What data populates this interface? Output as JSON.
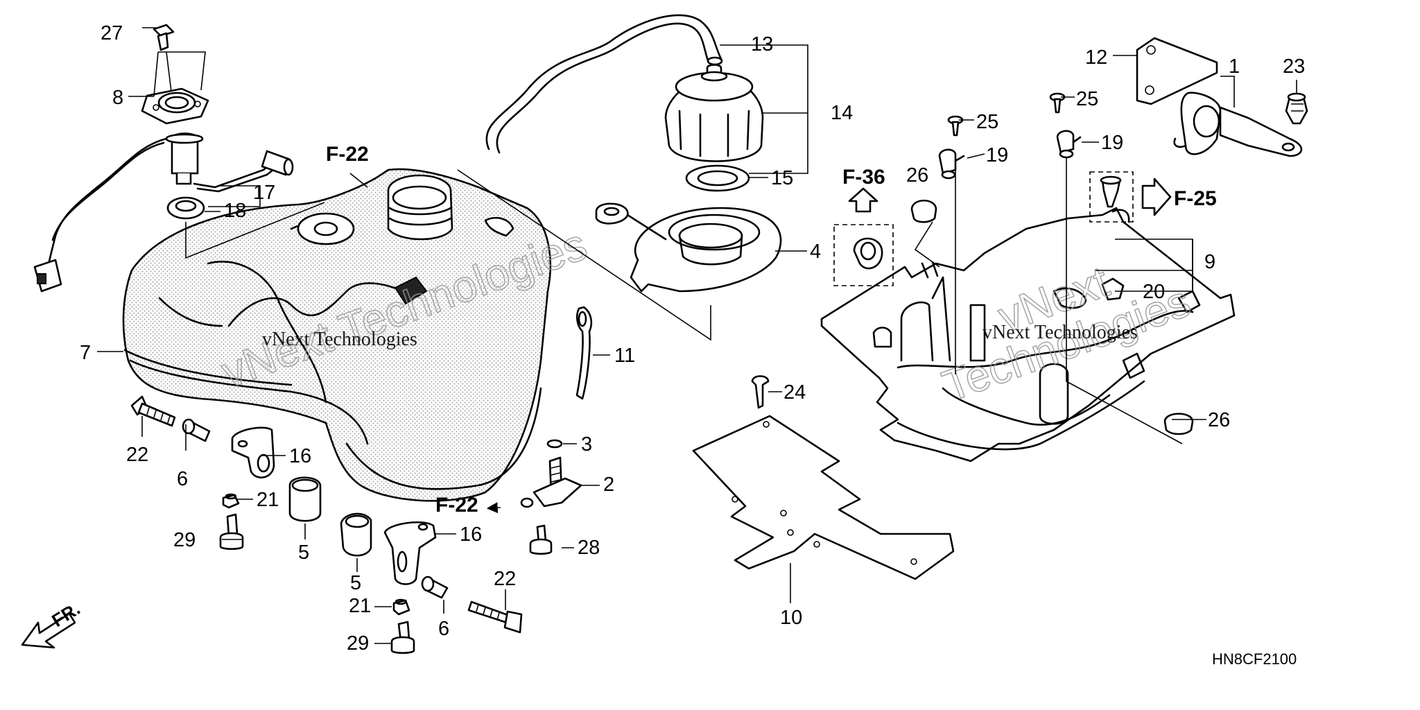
{
  "diagram": {
    "callouts": {
      "c1": "1",
      "c2": "2",
      "c3": "3",
      "c4": "4",
      "c5a": "5",
      "c5b": "5",
      "c6a": "6",
      "c6b": "6",
      "c7": "7",
      "c8": "8",
      "c9": "9",
      "c10": "10",
      "c11": "11",
      "c12": "12",
      "c13": "13",
      "c14": "14",
      "c15": "15",
      "c16a": "16",
      "c16b": "16",
      "c17": "17",
      "c18": "18",
      "c19a": "19",
      "c19b": "19",
      "c20": "20",
      "c21a": "21",
      "c21b": "21",
      "c22a": "22",
      "c22b": "22",
      "c23": "23",
      "c24": "24",
      "c25a": "25",
      "c25b": "25",
      "c26a": "26",
      "c26b": "26",
      "c27": "27",
      "c28": "28",
      "c29a": "29",
      "c29b": "29"
    },
    "refs": {
      "f22_top": "F-22",
      "f22_bottom": "F-22",
      "f36": "F-36",
      "f25": "F-25"
    },
    "front_label": "FR.",
    "diagram_code": "HN8CF2100",
    "watermark": {
      "line1": "vNext Technologies",
      "line2": "vNext",
      "line3": "Technologies"
    }
  }
}
